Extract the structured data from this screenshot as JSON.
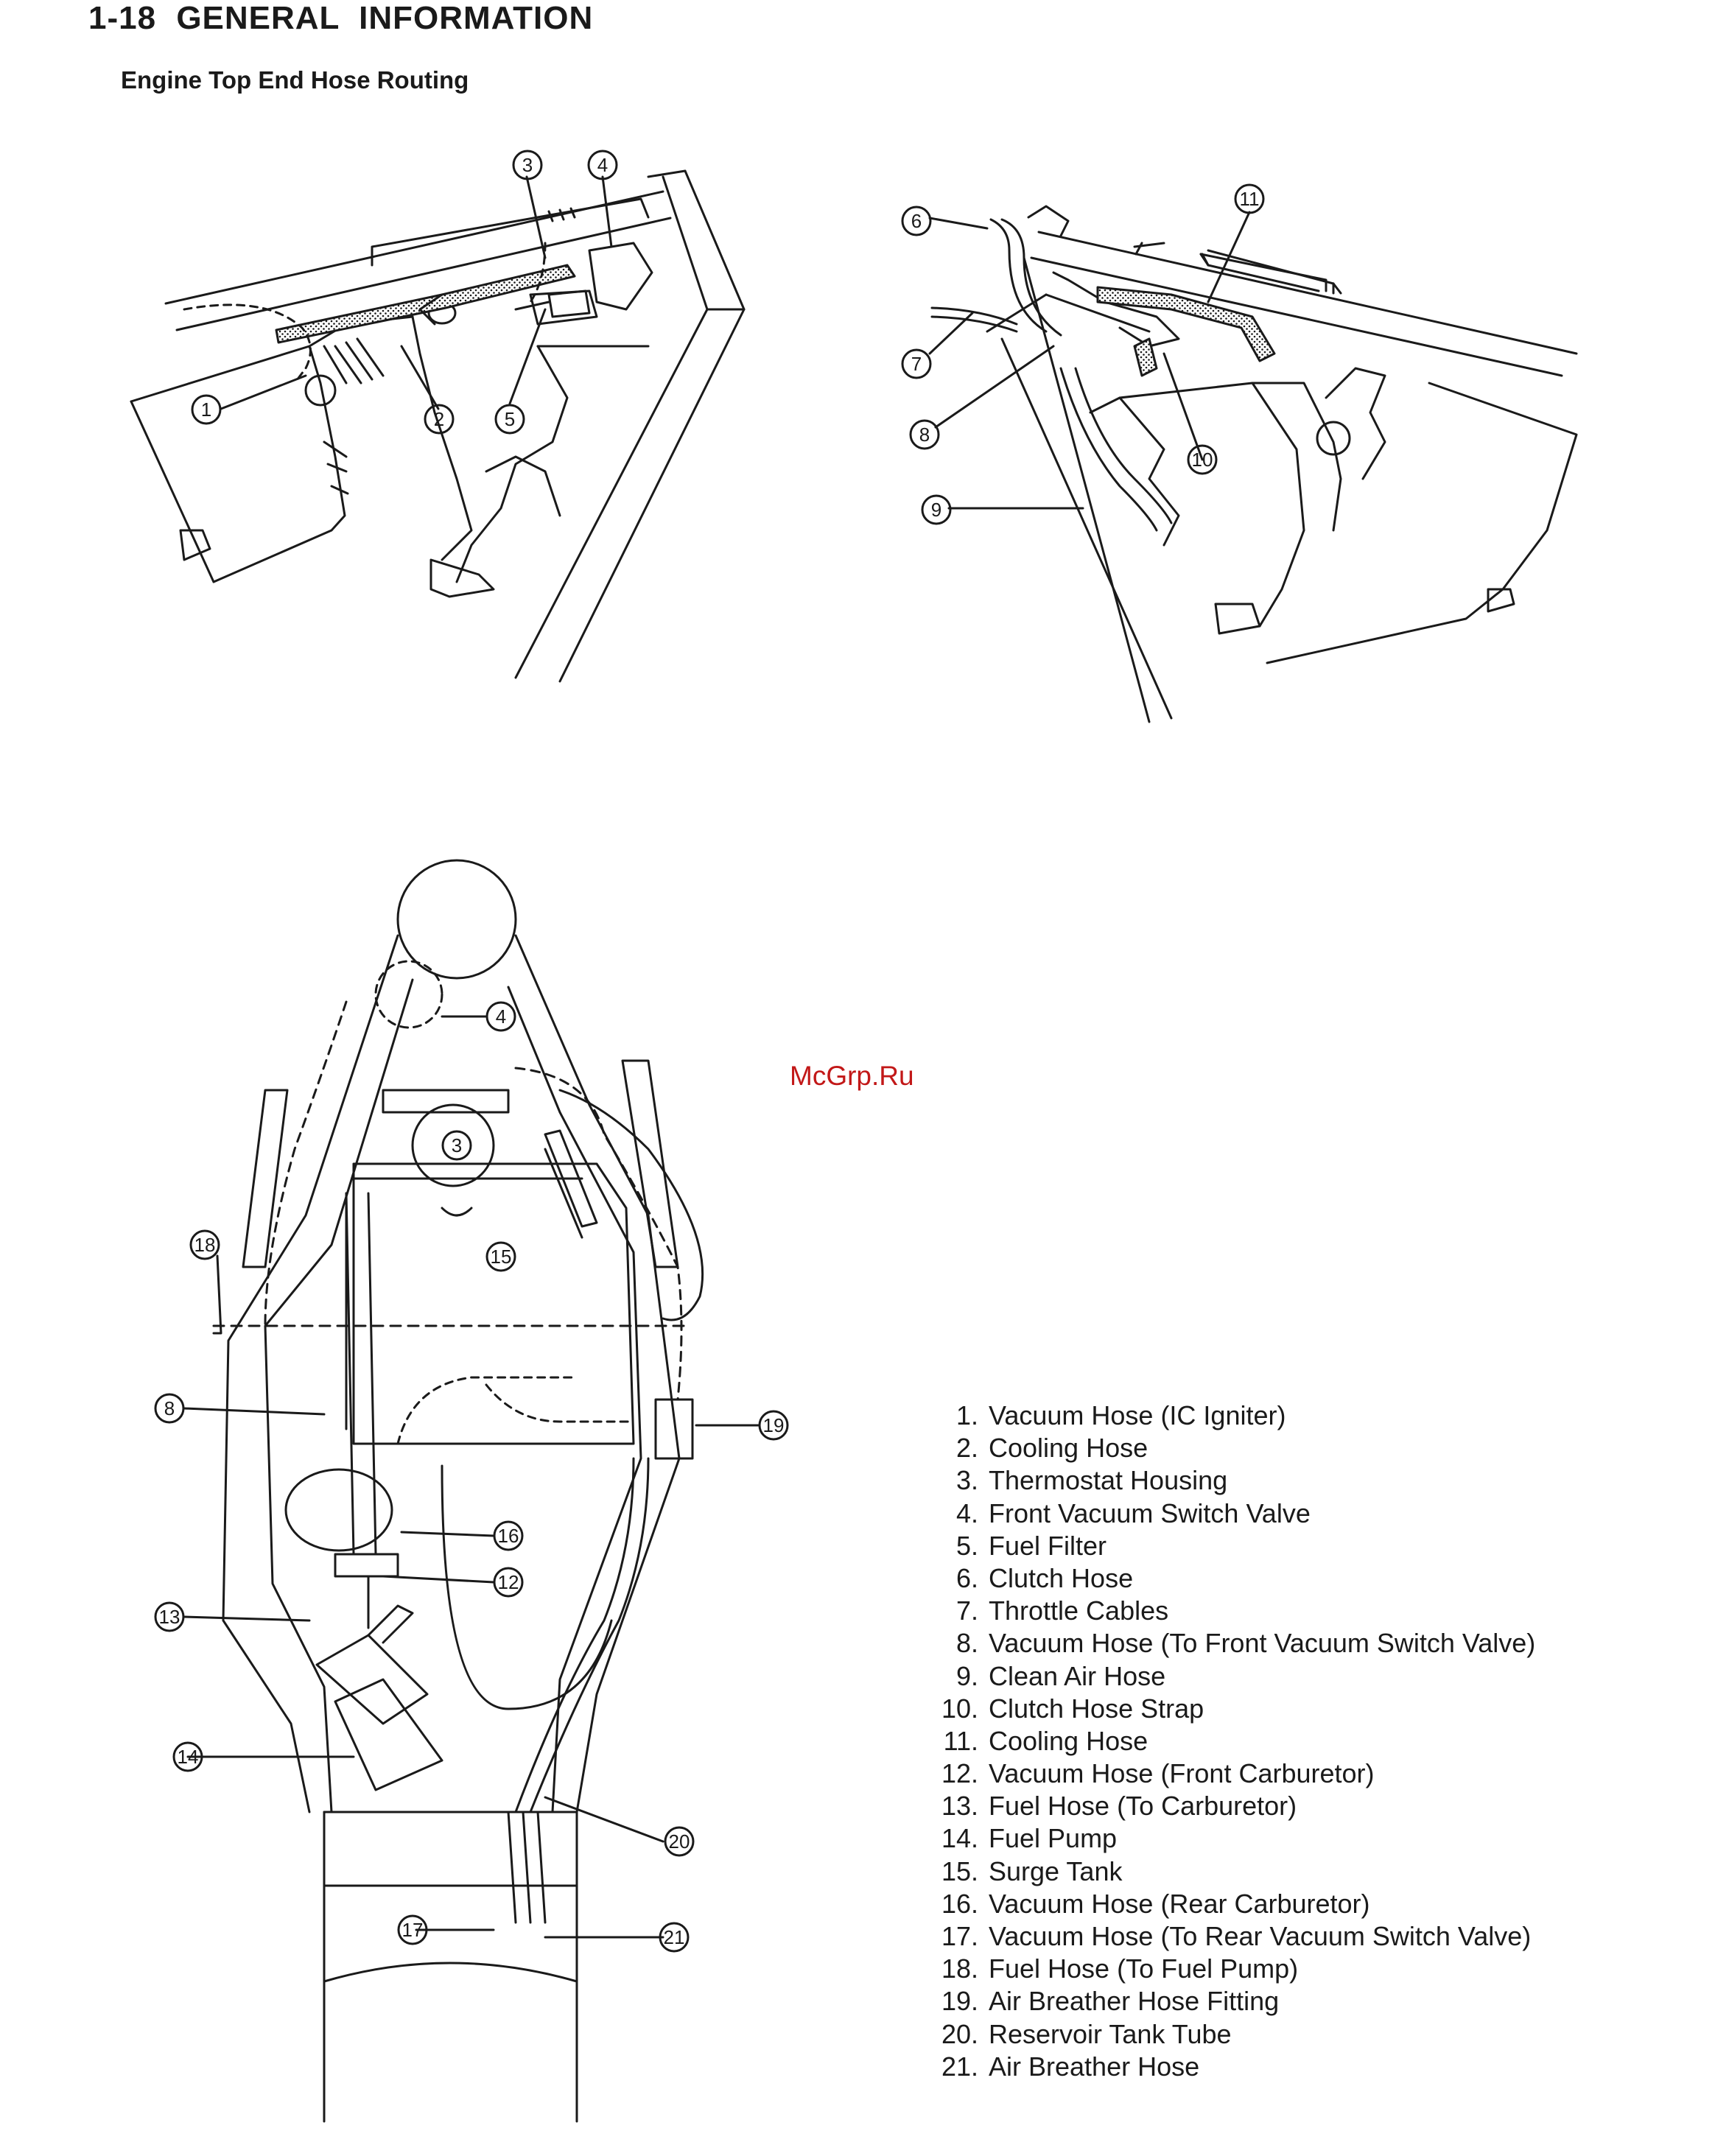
{
  "header": {
    "page_number": "1-18",
    "section_title": "GENERAL  INFORMATION"
  },
  "subtitle": "Engine Top End Hose Routing",
  "watermark": "McGrp.Ru",
  "figure_a": {
    "callouts": [
      "1",
      "2",
      "3",
      "4",
      "5"
    ]
  },
  "figure_b": {
    "callouts": [
      "6",
      "7",
      "8",
      "9",
      "10",
      "11"
    ]
  },
  "figure_c": {
    "callouts": [
      "3",
      "4",
      "8",
      "12",
      "13",
      "14",
      "15",
      "16",
      "17",
      "18",
      "19",
      "20",
      "21"
    ]
  },
  "legend": [
    {
      "num": "1.",
      "label": "Vacuum Hose (IC Igniter)"
    },
    {
      "num": "2.",
      "label": "Cooling Hose"
    },
    {
      "num": "3.",
      "label": "Thermostat Housing"
    },
    {
      "num": "4.",
      "label": "Front Vacuum Switch Valve"
    },
    {
      "num": "5.",
      "label": "Fuel Filter"
    },
    {
      "num": "6.",
      "label": "Clutch Hose"
    },
    {
      "num": "7.",
      "label": "Throttle Cables"
    },
    {
      "num": "8.",
      "label": "Vacuum Hose (To Front Vacuum Switch Valve)"
    },
    {
      "num": "9.",
      "label": "Clean Air Hose"
    },
    {
      "num": "10.",
      "label": "Clutch Hose Strap"
    },
    {
      "num": "11.",
      "label": "Cooling Hose"
    },
    {
      "num": "12.",
      "label": "Vacuum Hose (Front Carburetor)"
    },
    {
      "num": "13.",
      "label": "Fuel Hose (To Carburetor)"
    },
    {
      "num": "14.",
      "label": "Fuel Pump"
    },
    {
      "num": "15.",
      "label": "Surge Tank"
    },
    {
      "num": "16.",
      "label": "Vacuum Hose (Rear Carburetor)"
    },
    {
      "num": "17.",
      "label": "Vacuum Hose (To Rear Vacuum Switch Valve)"
    },
    {
      "num": "18.",
      "label": "Fuel Hose (To Fuel Pump)"
    },
    {
      "num": "19.",
      "label": "Air Breather Hose Fitting"
    },
    {
      "num": "20.",
      "label": "Reservoir Tank Tube"
    },
    {
      "num": "21.",
      "label": "Air Breather Hose"
    }
  ]
}
